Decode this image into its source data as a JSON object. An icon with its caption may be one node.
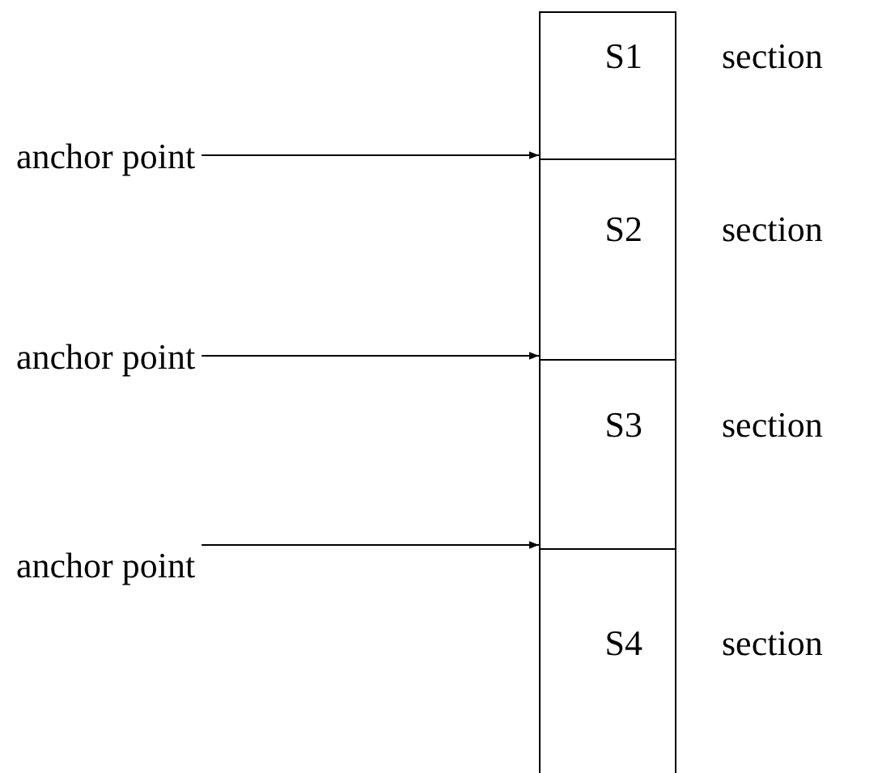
{
  "diagram": {
    "nodes": [
      {
        "text": [
          "S1"
        ],
        "beside": [
          "section"
        ]
      },
      {
        "text": [
          "S2"
        ],
        "beside": [
          "section"
        ]
      },
      {
        "text": [
          "S3"
        ],
        "beside": [
          "section"
        ]
      },
      {
        "text": [
          "S4"
        ],
        "beside": [
          "section"
        ]
      },
      {
        "text": [
          "anchor point"
        ]
      },
      {
        "text": [
          "anchor point"
        ]
      },
      {
        "text": [
          "anchor point"
        ]
      }
    ],
    "edges": [
      {
        "from": 4,
        "to": 0,
        "arrow": "to"
      },
      {
        "from": 5,
        "to": 1,
        "arrow": "to"
      },
      {
        "from": 6,
        "to": 2,
        "arrow": "to"
      }
    ]
  }
}
